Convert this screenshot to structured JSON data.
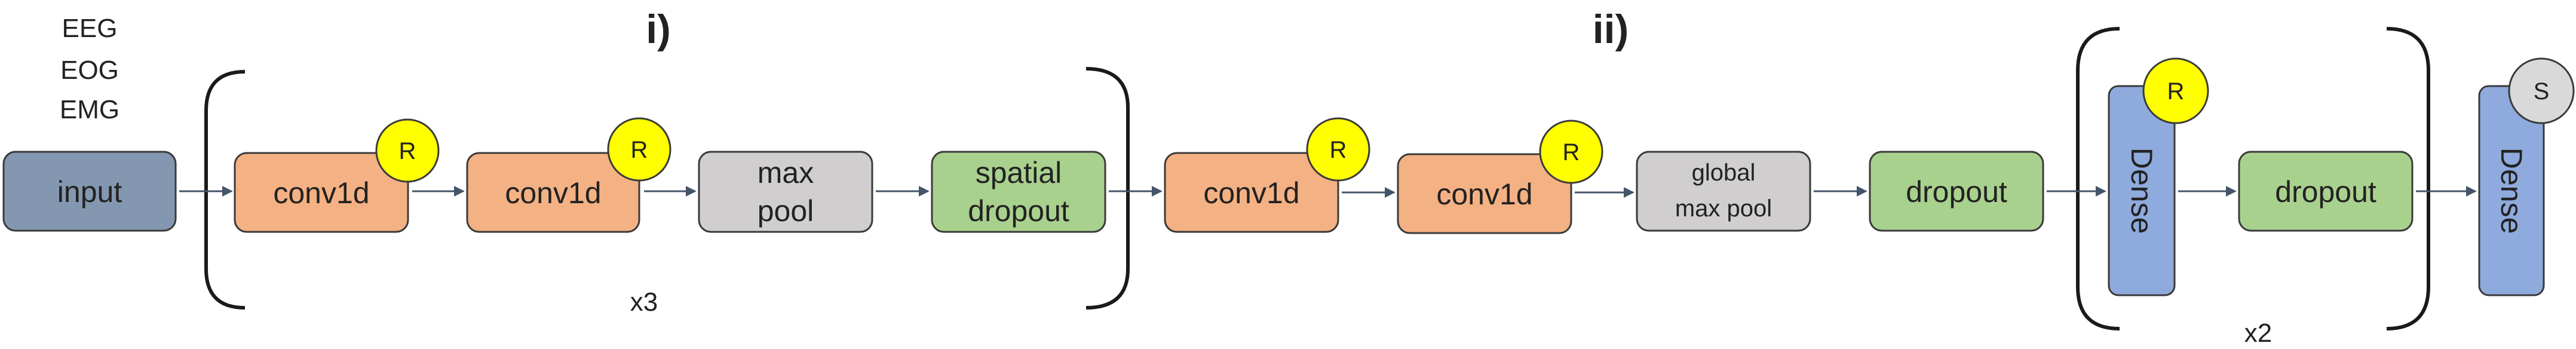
{
  "signals": [
    "EEG",
    "EOG",
    "EMG"
  ],
  "input_label": "input",
  "section_i": {
    "label": "i)",
    "blocks": [
      {
        "lines": [
          "conv1d"
        ],
        "badge": "R",
        "type": "conv"
      },
      {
        "lines": [
          "conv1d"
        ],
        "badge": "R",
        "type": "conv"
      },
      {
        "lines": [
          "max",
          "pool"
        ],
        "badge": null,
        "type": "pool"
      },
      {
        "lines": [
          "spatial",
          "dropout"
        ],
        "badge": null,
        "type": "dropout"
      }
    ],
    "repeat": "x3"
  },
  "section_ii": {
    "label": "ii)",
    "blocks": [
      {
        "lines": [
          "conv1d"
        ],
        "badge": "R",
        "type": "conv"
      },
      {
        "lines": [
          "conv1d"
        ],
        "badge": "R",
        "type": "conv"
      },
      {
        "lines": [
          "global",
          "max pool"
        ],
        "badge": null,
        "type": "pool"
      },
      {
        "lines": [
          "dropout"
        ],
        "badge": null,
        "type": "dropout"
      }
    ]
  },
  "dense_group": {
    "dense_label": "Dense",
    "dense_badge": "R",
    "dropout_label": "dropout",
    "repeat": "x2"
  },
  "output_dense": {
    "label": "Dense",
    "badge": "S"
  },
  "colors": {
    "input_fill": "#8497B0",
    "conv_fill": "#F4B183",
    "pool_fill": "#D0CECE",
    "dropout_fill": "#A9D18E",
    "dense_fill": "#8FAADC",
    "badge_relu": "#FFFF00",
    "badge_softmax": "#D9D9D9",
    "stroke": "#3a3a3a",
    "arrow": "#44546A"
  }
}
